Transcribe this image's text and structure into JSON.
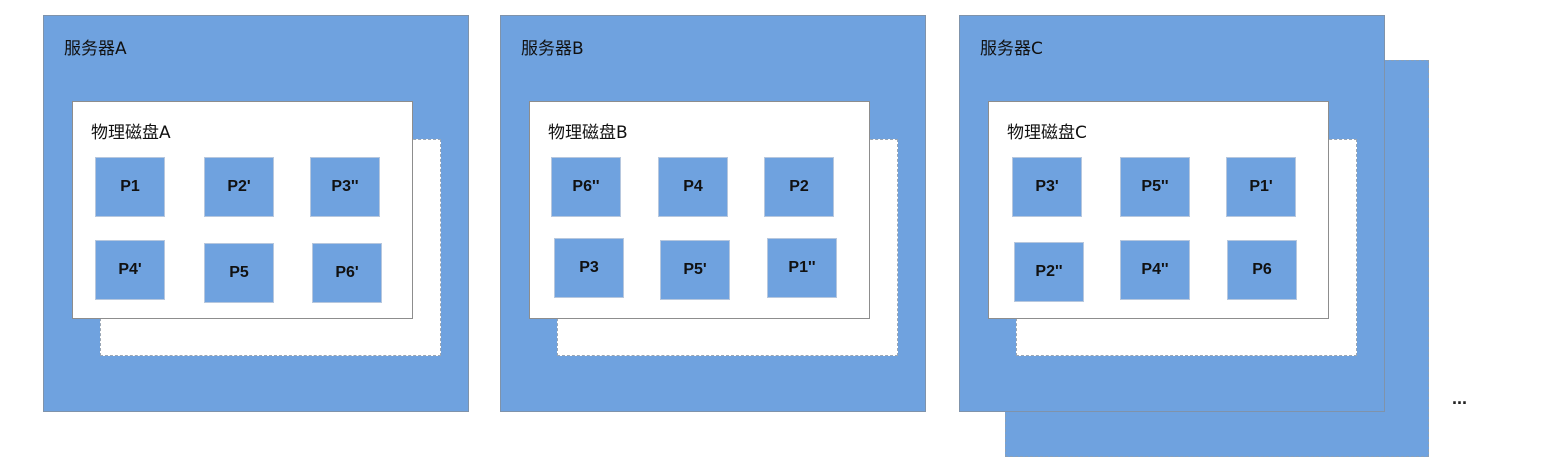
{
  "servers": [
    {
      "title": "服务器A",
      "disk": {
        "title": "物理磁盘A",
        "partitions": [
          "P1",
          "P2'",
          "P3''",
          "P4'",
          "P5",
          "P6'"
        ]
      }
    },
    {
      "title": "服务器B",
      "disk": {
        "title": "物理磁盘B",
        "partitions": [
          "P6''",
          "P4",
          "P2",
          "P3",
          "P5'",
          "P1''"
        ]
      }
    },
    {
      "title": "服务器C",
      "disk": {
        "title": "物理磁盘C",
        "partitions": [
          "P3'",
          "P5''",
          "P1'",
          "P2''",
          "P4''",
          "P6"
        ]
      }
    }
  ],
  "more_indicator": "...",
  "colors": {
    "server_fill": "#6fa2df",
    "partition_fill": "#6fa2df",
    "disk_fill": "#ffffff"
  }
}
